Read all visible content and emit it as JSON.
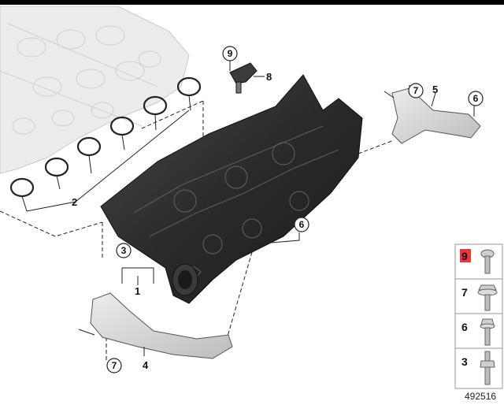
{
  "callouts": {
    "c1": "1",
    "c2": "2",
    "c3": "3",
    "c4": "4",
    "c5": "5",
    "c6a": "6",
    "c6b": "6",
    "c7a": "7",
    "c7b": "7",
    "c8": "8",
    "c9": "9"
  },
  "legend": {
    "items": [
      {
        "number": "9",
        "highlight": "#e8383d",
        "icon": "torx-bolt-icon"
      },
      {
        "number": "7",
        "icon": "flange-bolt-icon"
      },
      {
        "number": "6",
        "icon": "bolt-washer-icon"
      },
      {
        "number": "3",
        "icon": "stud-bolt-icon"
      }
    ]
  },
  "diagram_id": "492516",
  "colors": {
    "part_dark": "#2b2b2b",
    "part_mid": "#555555",
    "bracket": "#d9d9d9",
    "engine_ghost": "#e6e6e6"
  }
}
